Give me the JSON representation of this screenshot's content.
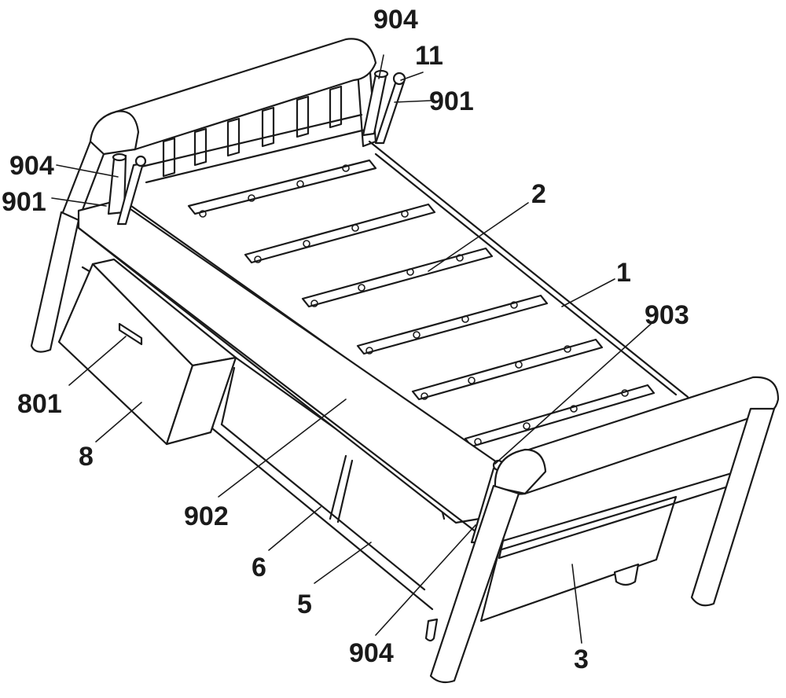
{
  "figure": {
    "labels": {
      "l1": "1",
      "l2": "2",
      "l3": "3",
      "l5": "5",
      "l6": "6",
      "l8": "8",
      "l11": "11",
      "l801": "801",
      "l901a": "901",
      "l901b": "901",
      "l902": "902",
      "l903": "903",
      "l904a": "904",
      "l904b": "904",
      "l904c": "904"
    }
  }
}
